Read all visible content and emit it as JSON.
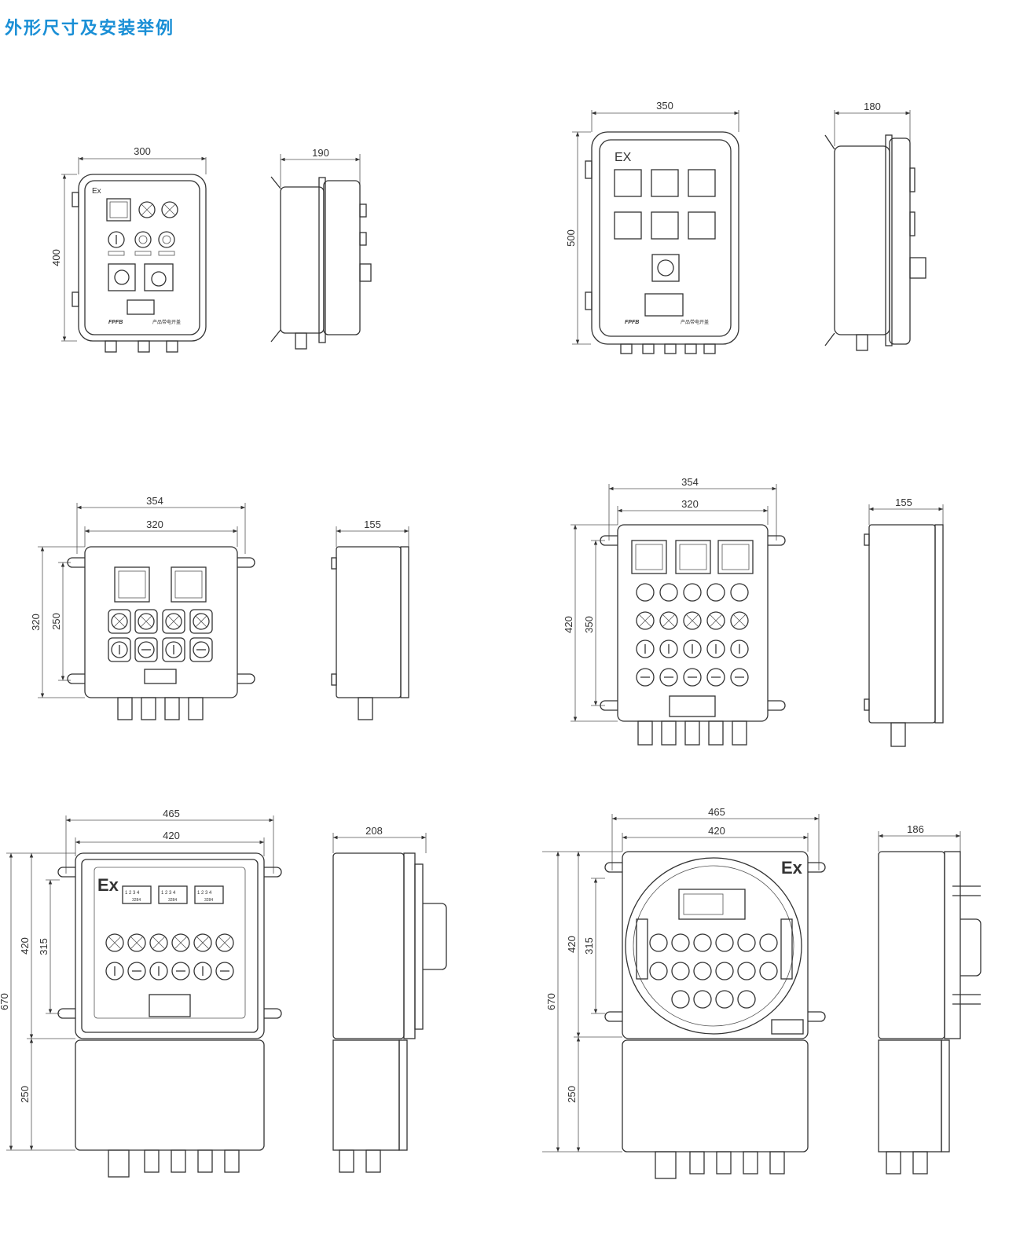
{
  "title": "外形尺寸及安装举例",
  "drawings": [
    {
      "id": "d1",
      "front": {
        "width": "300",
        "height": "400"
      },
      "side": {
        "depth": "190"
      },
      "labels": {
        "ex": "Ex",
        "brand": "FPFB",
        "caption": "产品带电开盖"
      }
    },
    {
      "id": "d2",
      "front": {
        "width": "350",
        "height": "500"
      },
      "side": {
        "depth": "180"
      },
      "labels": {
        "ex": "EX",
        "brand": "FPFB",
        "caption": "产品带电开盖"
      }
    },
    {
      "id": "d3",
      "front": {
        "width_outer": "354",
        "width_inner": "320",
        "height_outer": "320",
        "height_inner": "250"
      },
      "side": {
        "depth": "155"
      }
    },
    {
      "id": "d4",
      "front": {
        "width_outer": "354",
        "width_inner": "320",
        "height_outer": "420",
        "height_inner": "350"
      },
      "side": {
        "depth": "155"
      }
    },
    {
      "id": "d5",
      "front": {
        "width_outer": "465",
        "width_inner": "420",
        "height_total": "670",
        "height_upper": "420",
        "height_inner": "315",
        "height_lower": "250"
      },
      "side": {
        "depth": "208"
      },
      "labels": {
        "ex": "Ex",
        "meter": "1 2 3 4",
        "meter_sub": "3284"
      }
    },
    {
      "id": "d6",
      "front": {
        "width_outer": "465",
        "width_inner": "420",
        "height_total": "670",
        "height_upper": "420",
        "height_inner": "315",
        "height_lower": "250"
      },
      "side": {
        "depth": "186"
      },
      "labels": {
        "ex": "Ex"
      }
    }
  ]
}
